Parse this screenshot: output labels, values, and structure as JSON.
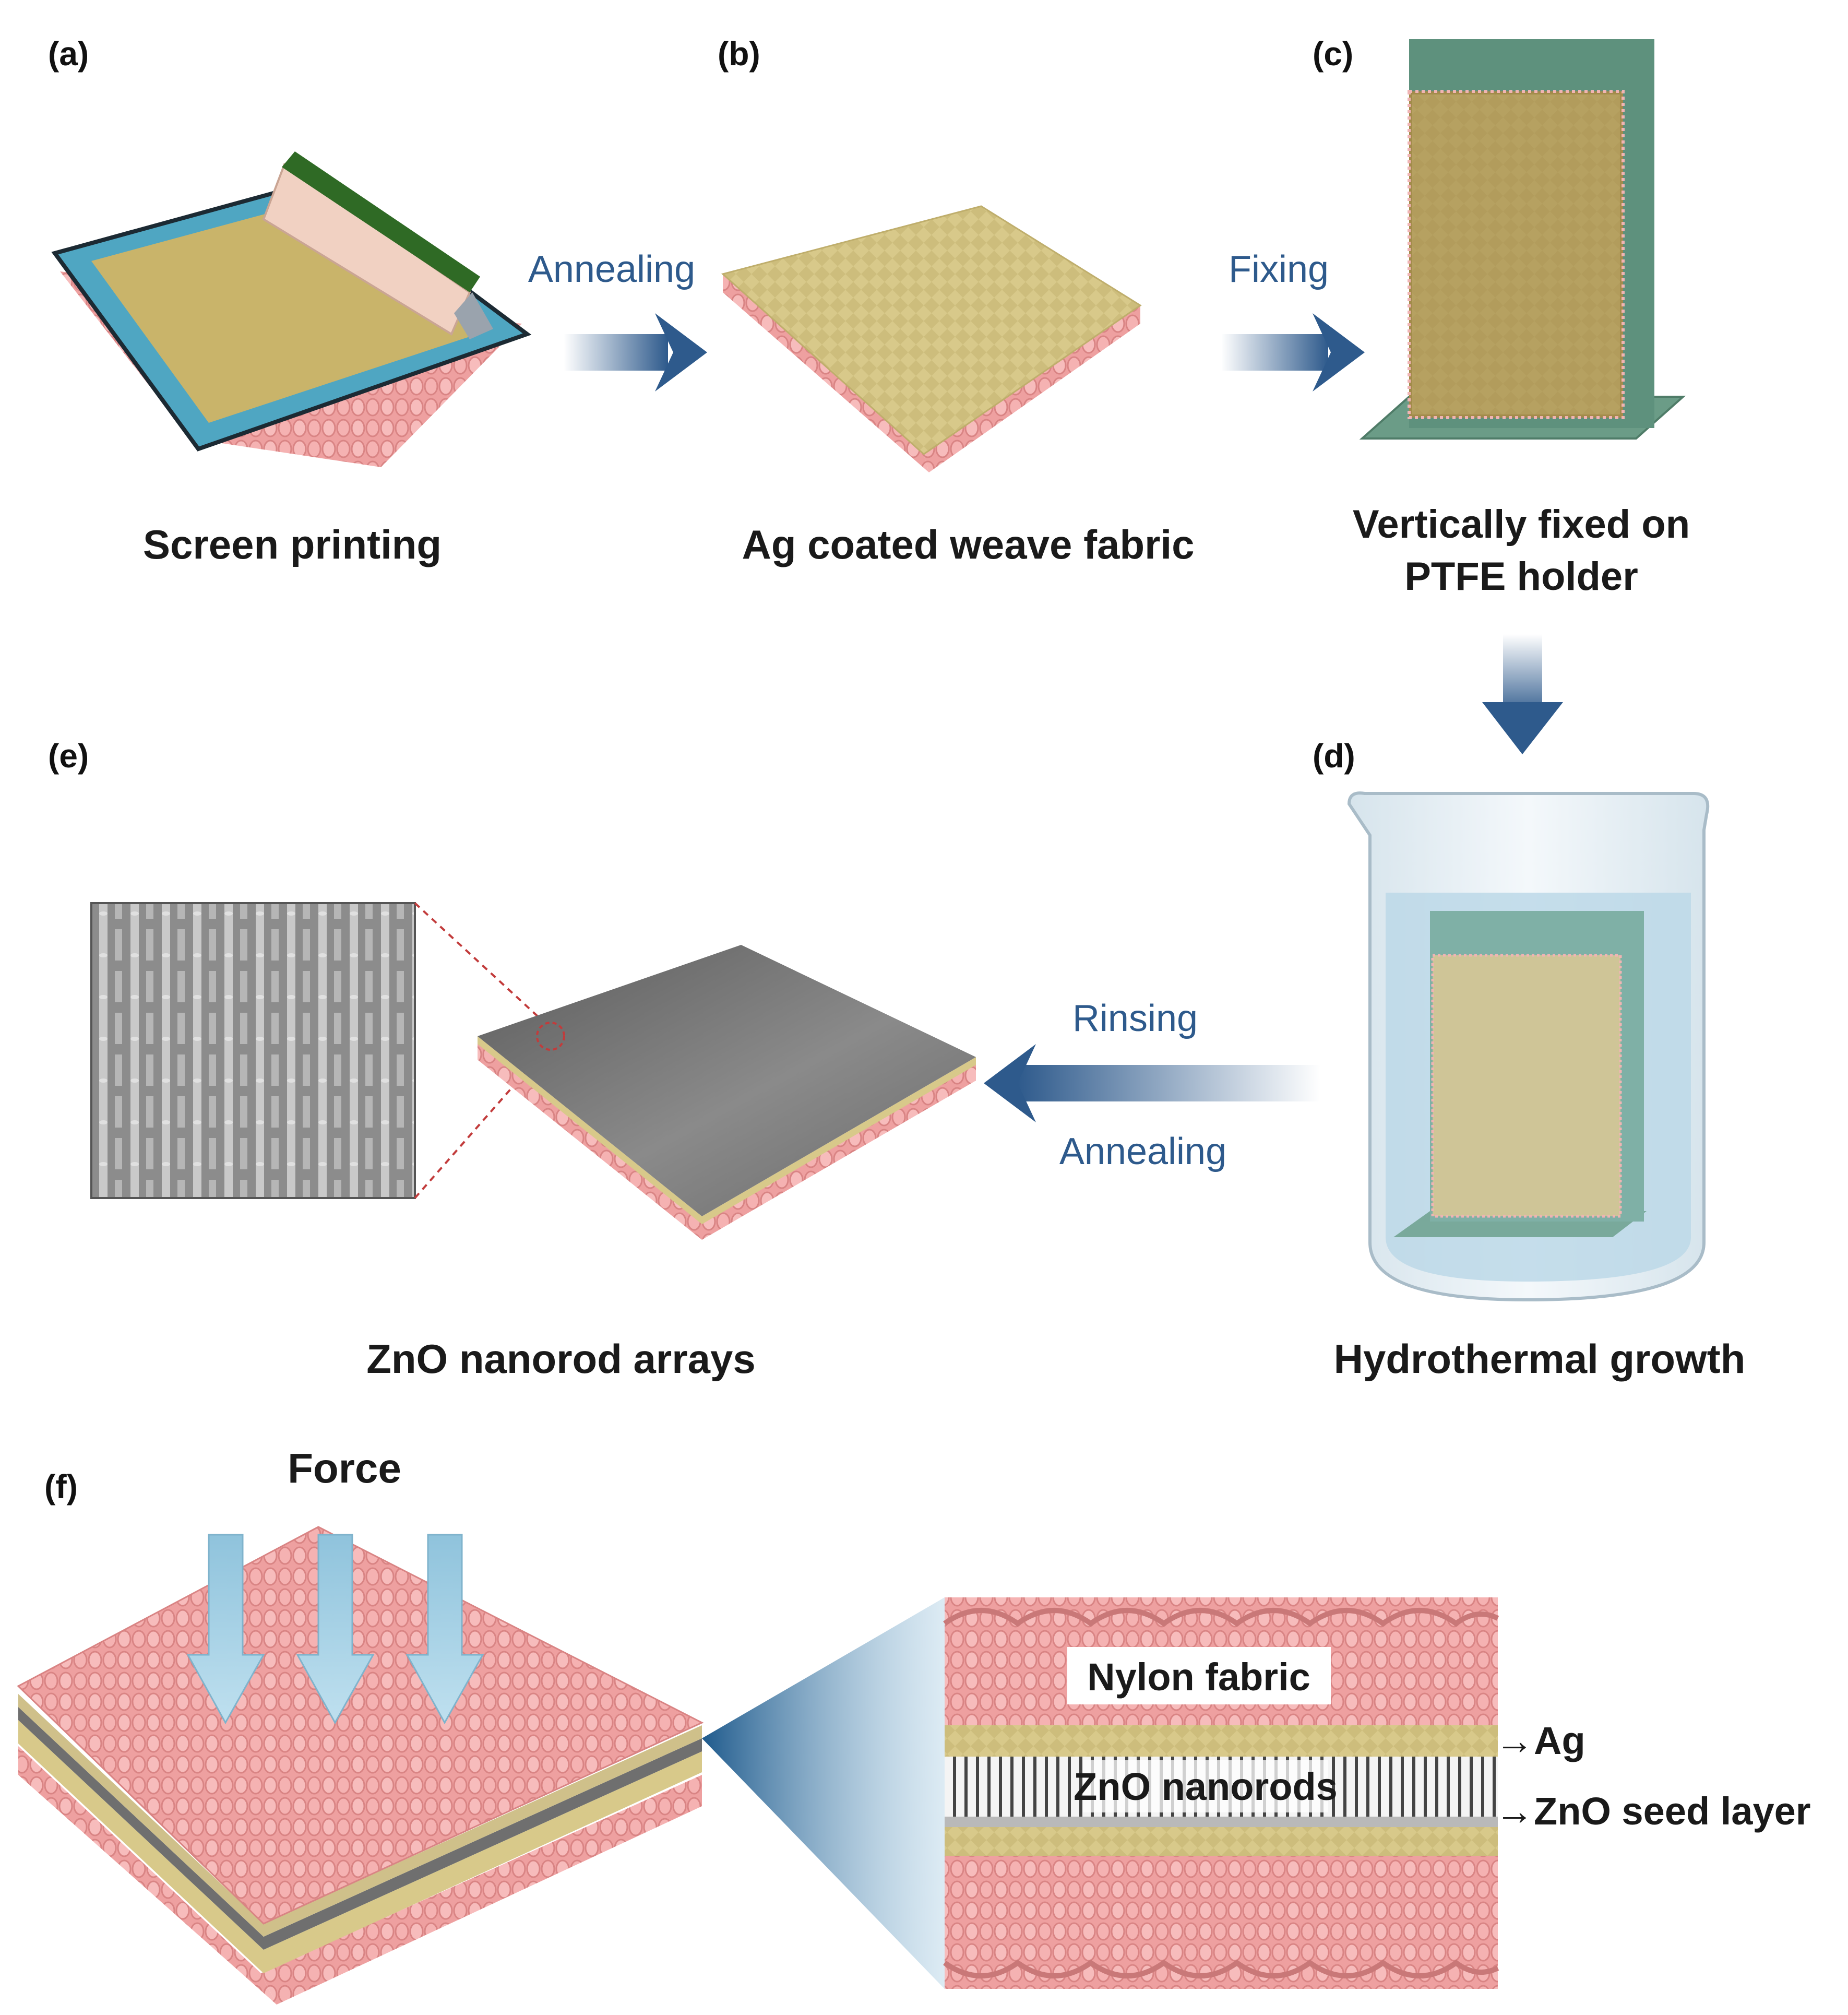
{
  "panels": {
    "a": {
      "letter": "(a)",
      "caption": "Screen printing"
    },
    "b": {
      "letter": "(b)",
      "caption": "Ag coated weave fabric"
    },
    "c": {
      "letter": "(c)",
      "caption_line1": "Vertically fixed on",
      "caption_line2": "PTFE holder"
    },
    "d": {
      "letter": "(d)",
      "caption": "Hydrothermal growth"
    },
    "e": {
      "letter": "(e)",
      "caption": "ZnO nanorod arrays"
    },
    "f": {
      "letter": "(f)",
      "force_label": "Force"
    }
  },
  "steps": {
    "a_to_b": "Annealing",
    "b_to_c": "Fixing",
    "d_to_e_top": "Rinsing",
    "d_to_e_bottom": "Annealing"
  },
  "cross_section": {
    "nylon": "Nylon fabric",
    "nanorods": "ZnO nanorods",
    "ag": "→Ag",
    "seed": "→ZnO seed layer"
  },
  "colors": {
    "fabric_pink": "#f2a8a8",
    "silver_gold": "#dccf8c",
    "frame_teal": "#4fa6c2",
    "holder_green": "#5e917d",
    "arrow_blue": "#2e5a8c",
    "zno_gray": "#7a7a7a"
  }
}
